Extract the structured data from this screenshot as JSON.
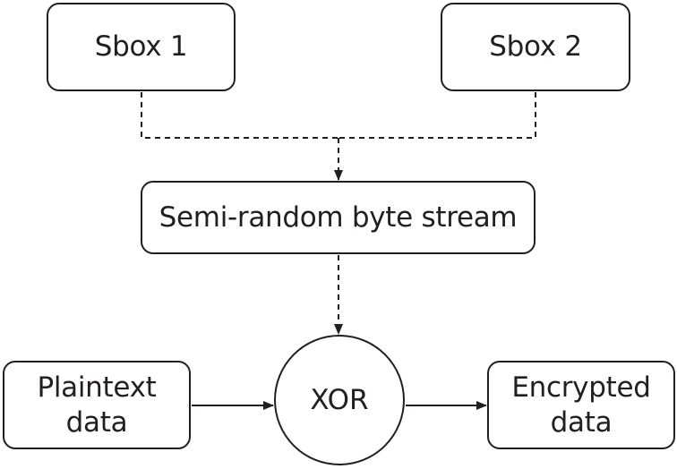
{
  "nodes": {
    "sbox1": "Sbox 1",
    "sbox2": "Sbox 2",
    "stream": "Semi-random byte stream",
    "plaintext_line1": "Plaintext",
    "plaintext_line2": "data",
    "xor": "XOR",
    "encrypted_line1": "Encrypted",
    "encrypted_line2": "data"
  },
  "edges": [
    {
      "from": "Sbox 1",
      "to": "Semi-random byte stream",
      "style": "dashed"
    },
    {
      "from": "Sbox 2",
      "to": "Semi-random byte stream",
      "style": "dashed"
    },
    {
      "from": "Semi-random byte stream",
      "to": "XOR",
      "style": "dashed"
    },
    {
      "from": "Plaintext data",
      "to": "XOR",
      "style": "solid"
    },
    {
      "from": "XOR",
      "to": "Encrypted data",
      "style": "solid"
    }
  ],
  "colors": {
    "stroke": "#231f20",
    "background": "#ffffff"
  }
}
